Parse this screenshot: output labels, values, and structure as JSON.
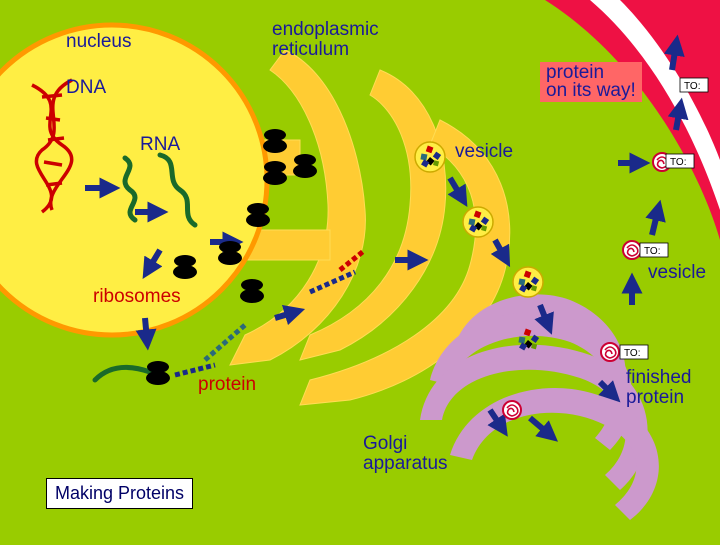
{
  "labels": {
    "nucleus": "nucleus",
    "er": "endoplasmic\nreticulum",
    "dna": "DNA",
    "rna": "RNA",
    "protein_way": "protein\non its way!",
    "vesicle1": "vesicle",
    "vesicle2": "vesicle",
    "ribosomes": "ribosomes",
    "protein": "protein",
    "finished": "finished\nprotein",
    "golgi": "Golgi\napparatus",
    "title": "Making Proteins",
    "tag": "TO:"
  },
  "colors": {
    "cytoplasm": "#99cc00",
    "nucleus": "#ffee44",
    "nucleus_border": "#ff9900",
    "er": "#ffcc33",
    "golgi": "#cc99cc",
    "membrane": "#ee1144",
    "arrow": "#1a2a8a",
    "dna": "#cc0000",
    "rna": "#1a6a2a"
  }
}
